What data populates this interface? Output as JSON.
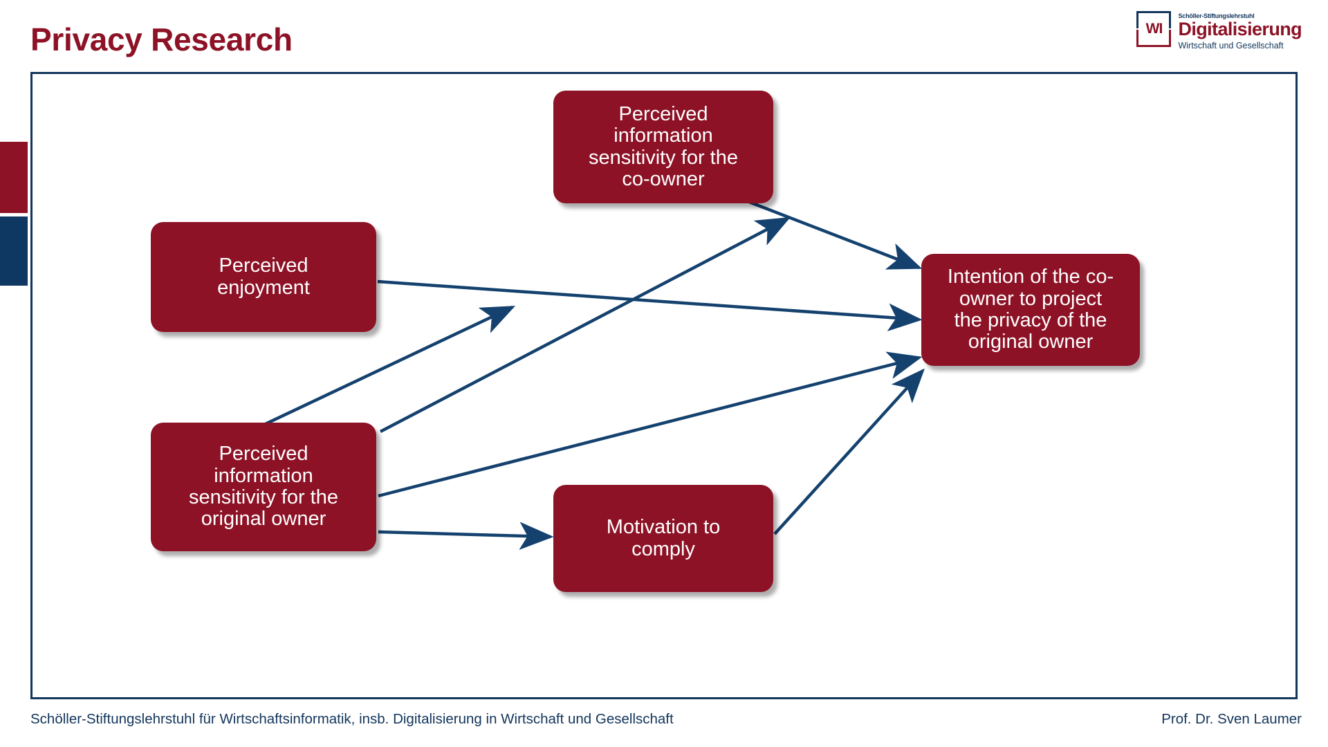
{
  "slide": {
    "title": "Privacy Research"
  },
  "logo": {
    "mark_text": "WI",
    "eyebrow": "Schöller-Stiftungslehrstuhl",
    "main": "Digitalisierung",
    "sub": "Wirtschaft und Gesellschaft"
  },
  "colors": {
    "brand_red": "#8d1226",
    "brand_blue": "#12355b",
    "accent_blue_bar": "#0e3762",
    "arrow": "#14416e",
    "node_text": "#ffffff",
    "page_background": "#ffffff"
  },
  "diagram": {
    "type": "research-model",
    "nodes": [
      {
        "id": "co_owner_sensitivity",
        "label": "Perceived information sensitivity for the co-owner",
        "lines": [
          "Perceived",
          "information",
          "sensitivity for the",
          "co-owner"
        ]
      },
      {
        "id": "perceived_enjoyment",
        "label": "Perceived enjoyment",
        "lines": [
          "Perceived",
          "enjoyment"
        ]
      },
      {
        "id": "original_owner_sensitivity",
        "label": "Perceived information sensitivity for the original owner",
        "lines": [
          "Perceived",
          "information",
          "sensitivity for the",
          "original owner"
        ]
      },
      {
        "id": "motivation_to_comply",
        "label": "Motivation to comply",
        "lines": [
          "Motivation to",
          "comply"
        ]
      },
      {
        "id": "intention",
        "label": "Intention of the co-owner to project the privacy of the original owner",
        "lines": [
          "Intention of the co-",
          "owner to project",
          "the privacy of the",
          "original owner"
        ]
      }
    ],
    "edges": [
      {
        "from": "co_owner_sensitivity",
        "to": "intention",
        "style": "solid-arrow"
      },
      {
        "from": "perceived_enjoyment",
        "to": "intention",
        "style": "solid-arrow"
      },
      {
        "from": "original_owner_sensitivity",
        "to": "co_owner_sensitivity",
        "style": "solid-arrow"
      },
      {
        "from": "original_owner_sensitivity",
        "to": "perceived_enjoyment_path",
        "style": "solid-arrow"
      },
      {
        "from": "original_owner_sensitivity",
        "to": "intention",
        "style": "solid-arrow"
      },
      {
        "from": "original_owner_sensitivity",
        "to": "motivation_to_comply",
        "style": "solid-arrow"
      },
      {
        "from": "motivation_to_comply",
        "to": "intention",
        "style": "solid-arrow"
      }
    ]
  },
  "footer": {
    "left": "Schöller-Stiftungslehrstuhl für Wirtschaftsinformatik, insb. Digitalisierung in Wirtschaft und Gesellschaft",
    "right": "Prof. Dr. Sven Laumer"
  }
}
